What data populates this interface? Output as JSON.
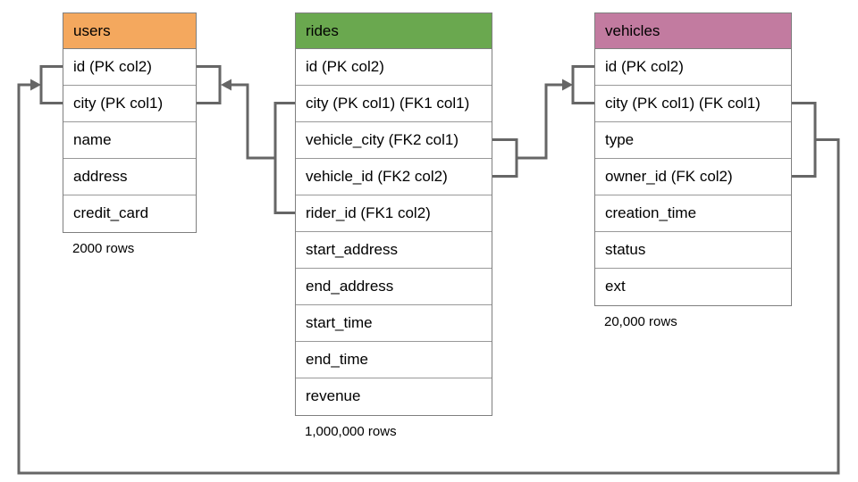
{
  "canvas": {
    "background_color": "#ffffff",
    "connector_color": "#666666",
    "table_border_color": "#7f7f7f",
    "row_divider_color": "#999999",
    "text_color": "#000000"
  },
  "tables": [
    {
      "id": "users",
      "title": "users",
      "header_color": "#f4a85e",
      "columns": [
        "id (PK col2)",
        "city (PK col1)",
        "name",
        "address",
        "credit_card"
      ],
      "row_count_label": "2000 rows"
    },
    {
      "id": "rides",
      "title": "rides",
      "header_color": "#6aa84f",
      "columns": [
        "id (PK col2)",
        "city (PK col1) (FK1 col1)",
        "vehicle_city (FK2 col1)",
        "vehicle_id (FK2 col2)",
        "rider_id (FK1 col2)",
        "start_address",
        "end_address",
        "start_time",
        "end_time",
        "revenue"
      ],
      "row_count_label": "1,000,000 rows"
    },
    {
      "id": "vehicles",
      "title": "vehicles",
      "header_color": "#c27ba0",
      "columns": [
        "id (PK col2)",
        "city (PK col1) (FK col1)",
        "type",
        "owner_id (FK col2)",
        "creation_time",
        "status",
        "ext"
      ],
      "row_count_label": "20,000 rows"
    }
  ],
  "relationships": [
    {
      "name": "rides-fk1-to-users",
      "from": "rides (city, rider_id)",
      "to": "users (id, city)"
    },
    {
      "name": "rides-fk2-to-vehicles",
      "from": "rides (vehicle_city, vehicle_id)",
      "to": "vehicles (id, city)"
    },
    {
      "name": "vehicles-fk-to-users",
      "from": "vehicles (city, owner_id)",
      "to": "users (id, city)"
    }
  ]
}
